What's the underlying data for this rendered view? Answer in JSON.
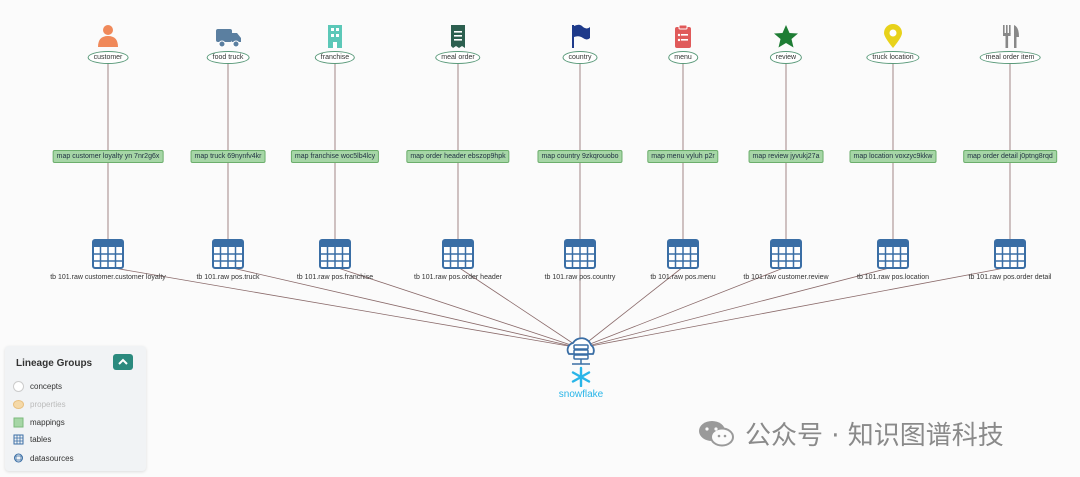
{
  "concepts": [
    {
      "label": "customer",
      "icon": "person-icon",
      "color": "#f0895a"
    },
    {
      "label": "food truck",
      "icon": "truck-icon",
      "color": "#5b7fa0"
    },
    {
      "label": "franchise",
      "icon": "building-icon",
      "color": "#5cc8b8"
    },
    {
      "label": "meal order",
      "icon": "receipt-icon",
      "color": "#2c5f4f"
    },
    {
      "label": "country",
      "icon": "flag-icon",
      "color": "#1e3a8a"
    },
    {
      "label": "menu",
      "icon": "clipboard-icon",
      "color": "#e05a5a"
    },
    {
      "label": "review",
      "icon": "star-icon",
      "color": "#1e7d34"
    },
    {
      "label": "truck location",
      "icon": "map-pin-icon",
      "color": "#e8d21a"
    },
    {
      "label": "meal order item",
      "icon": "utensils-icon",
      "color": "#888888"
    }
  ],
  "mappings": [
    "map customer loyalty yn 7nr2g6x",
    "map truck 69nynfv4kr",
    "map franchise woc5lb4lcy",
    "map order header ebszop9hpk",
    "map country 9zkqrouobo",
    "map menu vyluh p2r",
    "map review jyvukj27a",
    "map location voxzyc9kkw",
    "map order detail j0ptng8rqd"
  ],
  "tables": [
    "tb 101.raw customer.customer loyalty",
    "tb 101.raw pos.truck",
    "tb 101.raw pos.franchise",
    "tb 101.raw pos.order header",
    "tb 101.raw pos.country",
    "tb 101.raw pos.menu",
    "tb 101.raw customer.review",
    "tb 101.raw pos.location",
    "tb 101.raw pos.order detail"
  ],
  "datasource": {
    "label": "snowflake",
    "icon": "snowflake-icon",
    "color": "#29b5e8"
  },
  "legend": {
    "title": "Lineage Groups",
    "items": [
      {
        "label": "concepts",
        "icon": "concepts-icon",
        "active": true
      },
      {
        "label": "properties",
        "icon": "properties-icon",
        "active": false
      },
      {
        "label": "mappings",
        "icon": "mappings-icon",
        "active": true
      },
      {
        "label": "tables",
        "icon": "tables-icon",
        "active": true
      },
      {
        "label": "datasources",
        "icon": "datasources-icon",
        "active": true
      }
    ]
  },
  "watermark": {
    "text": "公众号 · 知识图谱科技"
  },
  "colors": {
    "edge": "#8a6a6a",
    "table": "#3a6ea5",
    "mapping": "#a6d6a6",
    "accent": "#2b8a7e"
  }
}
